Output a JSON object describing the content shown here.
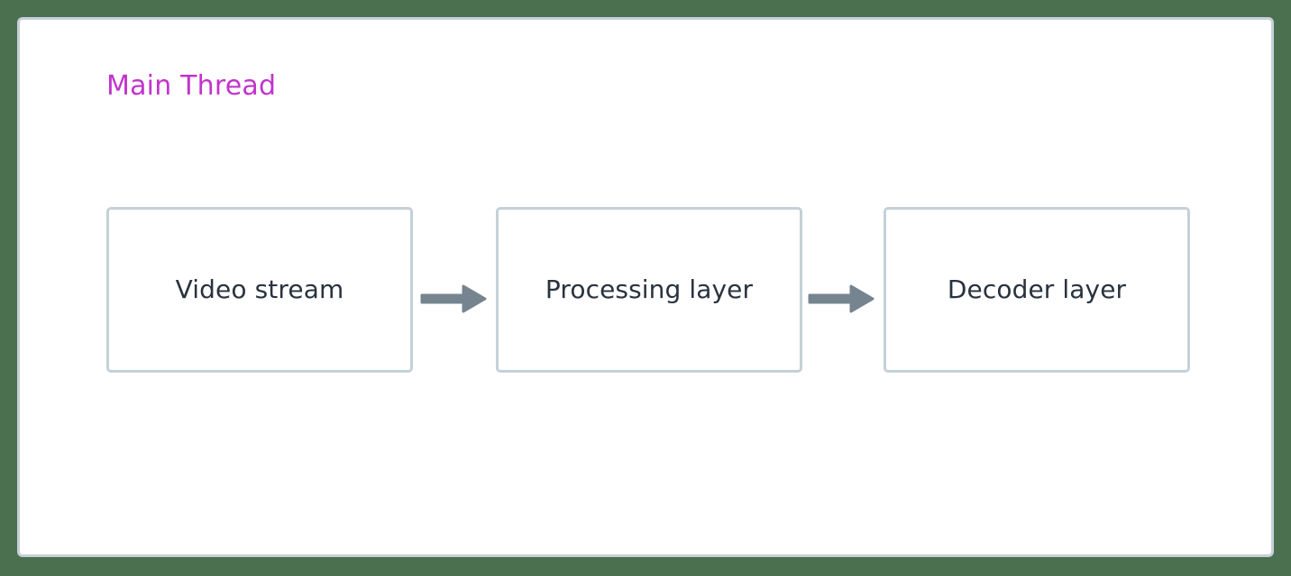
{
  "diagram": {
    "type": "flowchart",
    "orientation": "left-to-right",
    "background_color": "#4a7050",
    "lane": {
      "title": "Main Thread",
      "title_color": "#c234cc",
      "fill_color": "#ffffff",
      "border_color": "#c5d0d8"
    },
    "node_style": {
      "fill_color": "#ffffff",
      "border_color": "#c5d0d8",
      "text_color": "#28333f"
    },
    "arrow_style": {
      "color": "#76848f"
    },
    "nodes": [
      {
        "id": "video-stream",
        "label": "Video stream"
      },
      {
        "id": "processing-layer",
        "label": "Processing layer"
      },
      {
        "id": "decoder-layer",
        "label": "Decoder layer"
      }
    ],
    "edges": [
      {
        "id": "edge-1",
        "from": "video-stream",
        "to": "processing-layer",
        "label": ""
      },
      {
        "id": "edge-2",
        "from": "processing-layer",
        "to": "decoder-layer",
        "label": ""
      }
    ]
  }
}
